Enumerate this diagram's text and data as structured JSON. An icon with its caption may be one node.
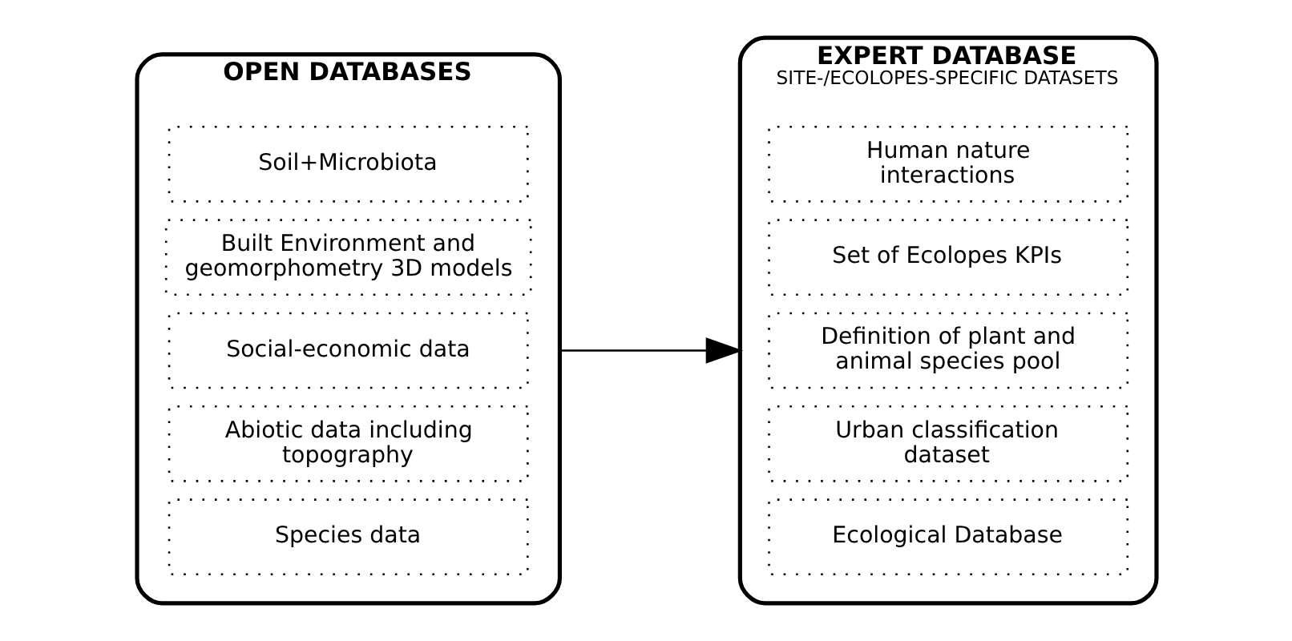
{
  "diagram": {
    "nodes": [
      {
        "text": [
          "OPEN DATABASES"
        ]
      },
      {
        "text": [
          "Species data"
        ],
        "in": 0
      },
      {
        "text": [
          "Abiotic data including topography"
        ],
        "in": 0
      },
      {
        "text": [
          "Social-economic data"
        ],
        "in": 0
      },
      {
        "text": [
          "Built Environment and geomorphometry 3D models"
        ],
        "in": 0
      },
      {
        "text": [
          "Soil+Microbiota"
        ],
        "in": 0
      },
      {
        "text": [
          "EXPERT DATABASE",
          "SITE-/ECOLOPES-SPECIFIC DATASETS"
        ]
      },
      {
        "text": [
          "Ecological Database"
        ],
        "in": 6
      },
      {
        "text": [
          "Urban classification dataset"
        ],
        "in": 6
      },
      {
        "text": [
          "Definition of plant and animal species pool"
        ],
        "in": 6
      },
      {
        "text": [
          "Set of Ecolopes KPIs"
        ],
        "in": 6
      },
      {
        "text": [
          "Human nature interactions"
        ],
        "in": 6
      }
    ],
    "edges": [
      {
        "from": 0,
        "to": 6,
        "arrow": "to"
      }
    ]
  }
}
